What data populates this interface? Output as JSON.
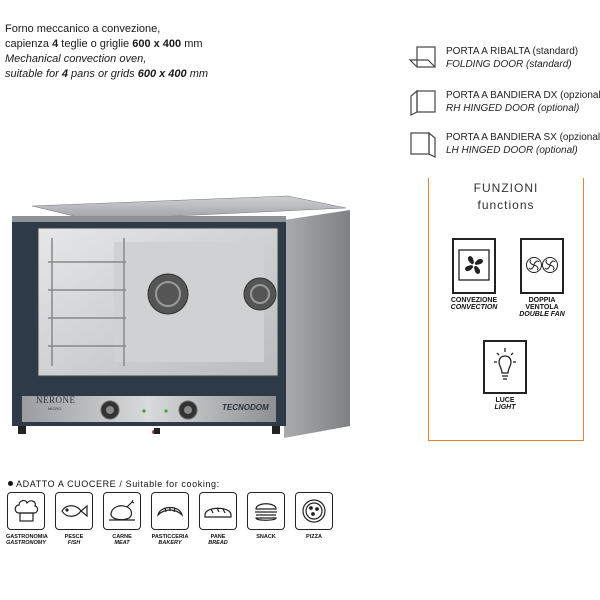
{
  "intro": {
    "it_line1": "Forno meccanico a convezione,",
    "it_line2_a": "capienza ",
    "it_line2_b": "4",
    "it_line2_c": " teglie o griglie ",
    "it_line2_d": "600 x 400",
    "it_line2_e": " mm",
    "en_line1": "Mechanical convection oven,",
    "en_line2_a": "suitable for ",
    "en_line2_b": "4",
    "en_line2_c": " pans or grids ",
    "en_line2_d": "600 x 400",
    "en_line2_e": " mm"
  },
  "doors": [
    {
      "it": "PORTA A RIBALTA (standard)",
      "en": "FOLDING DOOR (standard)",
      "icon": "folding-door-icon"
    },
    {
      "it": "PORTA A BANDIERA DX (opzionale)",
      "en": "RH HINGED DOOR (optional)",
      "icon": "rh-hinged-door-icon"
    },
    {
      "it": "PORTA A BANDIERA SX (opzionale)",
      "en": "LH HINGED DOOR (optional)",
      "icon": "lh-hinged-door-icon"
    }
  ],
  "functions": {
    "title_it": "FUNZIONI",
    "title_en": "functions",
    "items": [
      {
        "it": "CONVEZIONE",
        "en": "CONVECTION",
        "icon": "fan-icon"
      },
      {
        "it": "DOPPIA VENTOLA",
        "en": "DOUBLE FAN",
        "icon": "double-fan-icon"
      },
      {
        "it": "LUCE",
        "en": "LIGHT",
        "icon": "light-bulb-icon"
      }
    ],
    "accent_color": "#e8803a"
  },
  "oven": {
    "brand_left": "NERONE",
    "brand_left_sub": "MICRO",
    "brand_right": "TECNODOM"
  },
  "cooking": {
    "title": "ADATTO A CUOCERE / Suitable for cooking:",
    "items": [
      {
        "it": "GASTRONOMIA",
        "en": "GASTRONOMY",
        "icon": "chef-hat-icon"
      },
      {
        "it": "PESCE",
        "en": "FISH",
        "icon": "fish-icon"
      },
      {
        "it": "CARNE",
        "en": "MEAT",
        "icon": "roast-chicken-icon"
      },
      {
        "it": "PASTICCERIA",
        "en": "BAKERY",
        "icon": "croissant-icon"
      },
      {
        "it": "PANE",
        "en": "BREAD",
        "icon": "bread-icon"
      },
      {
        "it": "SNACK",
        "en": "",
        "icon": "burger-icon"
      },
      {
        "it": "PIZZA",
        "en": "",
        "icon": "pizza-icon"
      }
    ]
  }
}
